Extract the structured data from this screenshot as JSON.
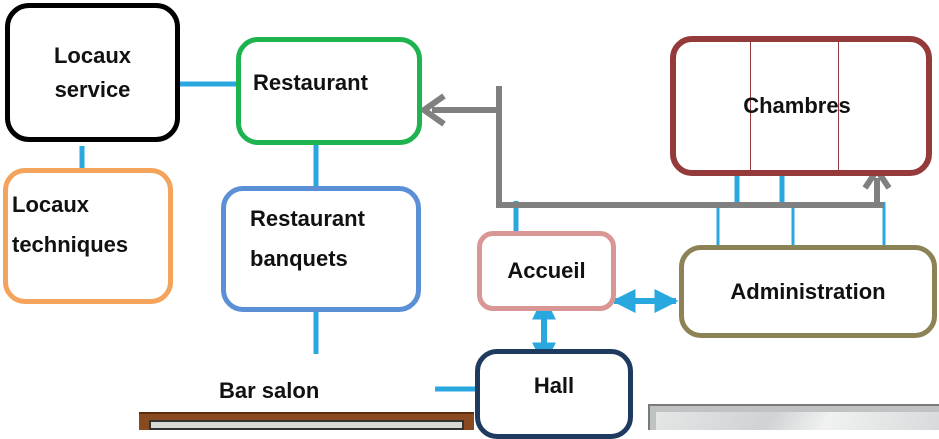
{
  "nodes": {
    "locaux_service": {
      "line1": "Locaux",
      "line2": "service",
      "color": "#000000"
    },
    "restaurant": {
      "label": "Restaurant",
      "color": "#1db34f"
    },
    "locaux_techniques": {
      "line1": "Locaux",
      "line2": "techniques",
      "color": "#f4a35a"
    },
    "restaurant_banquets": {
      "line1": "Restaurant",
      "line2": "banquets",
      "color": "#5b8fd6"
    },
    "chambres": {
      "label": "Chambres",
      "color": "#953a3a"
    },
    "accueil": {
      "label": "Accueil",
      "color": "#d99694"
    },
    "administration": {
      "label": "Administration",
      "color": "#8b8355"
    },
    "hall": {
      "label": "Hall",
      "color": "#1f3a5f"
    },
    "bar_salon": {
      "label": "Bar salon"
    }
  },
  "colors": {
    "connector": "#29a8e0",
    "flow_arrow": "#808080"
  }
}
